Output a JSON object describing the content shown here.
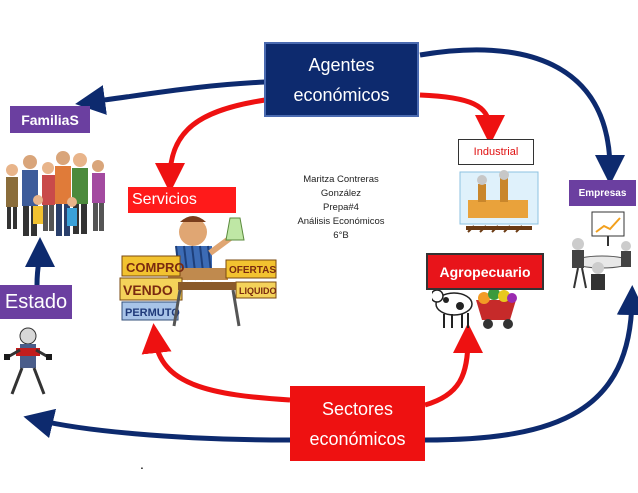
{
  "title_box": {
    "line1": "Agentes",
    "line2": "económicos"
  },
  "bottom_box": {
    "line1": "Sectores",
    "line2": "económicos"
  },
  "labels": {
    "familias": "FamiliaS",
    "estado": "Estado",
    "servicios": "Servicios",
    "industrial": "Industrial",
    "agropecuario": "Agropecuario",
    "empresas": "Empresas"
  },
  "author_block": [
    "Maritza Contreras",
    "González",
    "Prepa#4",
    "Análisis Económicos",
    "6°B"
  ],
  "stray_mark": ".",
  "shop_sign_words": [
    "COMPRO",
    "VENDO",
    "PERMUTO",
    "OFERTAS",
    "LIQUIDO"
  ],
  "colors": {
    "navy": "#0d2a6e",
    "red": "#ee1111",
    "purple": "#6b3fa0"
  },
  "icons": [
    "family-group-icon",
    "market-vendor-icon",
    "factory-icon",
    "farm-icon",
    "business-meeting-icon",
    "government-figure-icon"
  ]
}
